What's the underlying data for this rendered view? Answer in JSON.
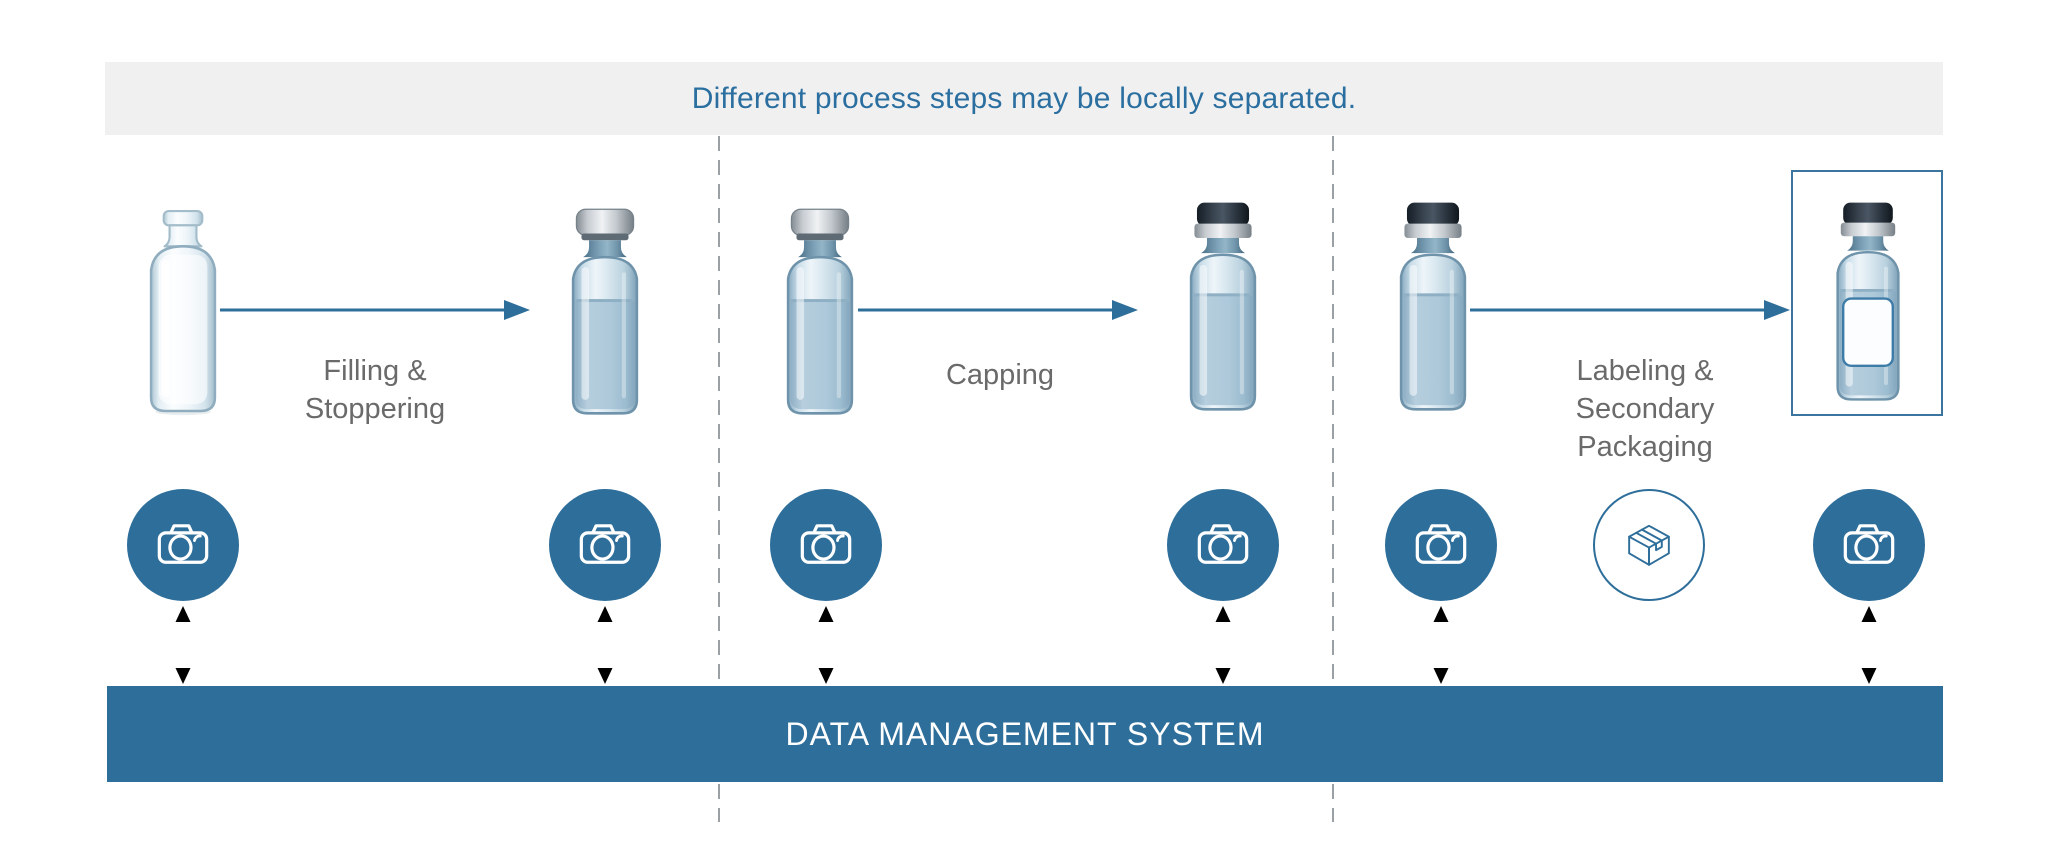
{
  "header": {
    "note": "Different process steps may be locally separated."
  },
  "steps": [
    {
      "id": "filling-stoppering",
      "label": "Filling & Stoppering",
      "label_lines": [
        "Filling &",
        "Stoppering"
      ],
      "input_vial": "empty glass vial",
      "output_vial": "filled vial with stopper"
    },
    {
      "id": "capping",
      "label": "Capping",
      "label_lines": [
        "Capping"
      ],
      "input_vial": "filled vial with stopper",
      "output_vial": "filled vial with crimp cap"
    },
    {
      "id": "labeling-secondary-packaging",
      "label": "Labeling & Secondary Packaging",
      "label_lines": [
        "Labeling &",
        "Secondary",
        "Packaging"
      ],
      "input_vial": "filled vial with crimp cap",
      "output_vial": "labeled vial in secondary package"
    }
  ],
  "inspection": {
    "camera_count": 6,
    "camera_icon": "camera-icon",
    "package_icon": "package-box-icon"
  },
  "dms": {
    "label": "DATA MANAGEMENT SYSTEM"
  },
  "colors": {
    "accent": "#2e6e9a",
    "band_bg": "#f0f0f1",
    "label_text": "#6a6a6a",
    "divider": "#9aa0a4",
    "dms_text": "#ffffff",
    "header_text": "#2a6fa0"
  }
}
